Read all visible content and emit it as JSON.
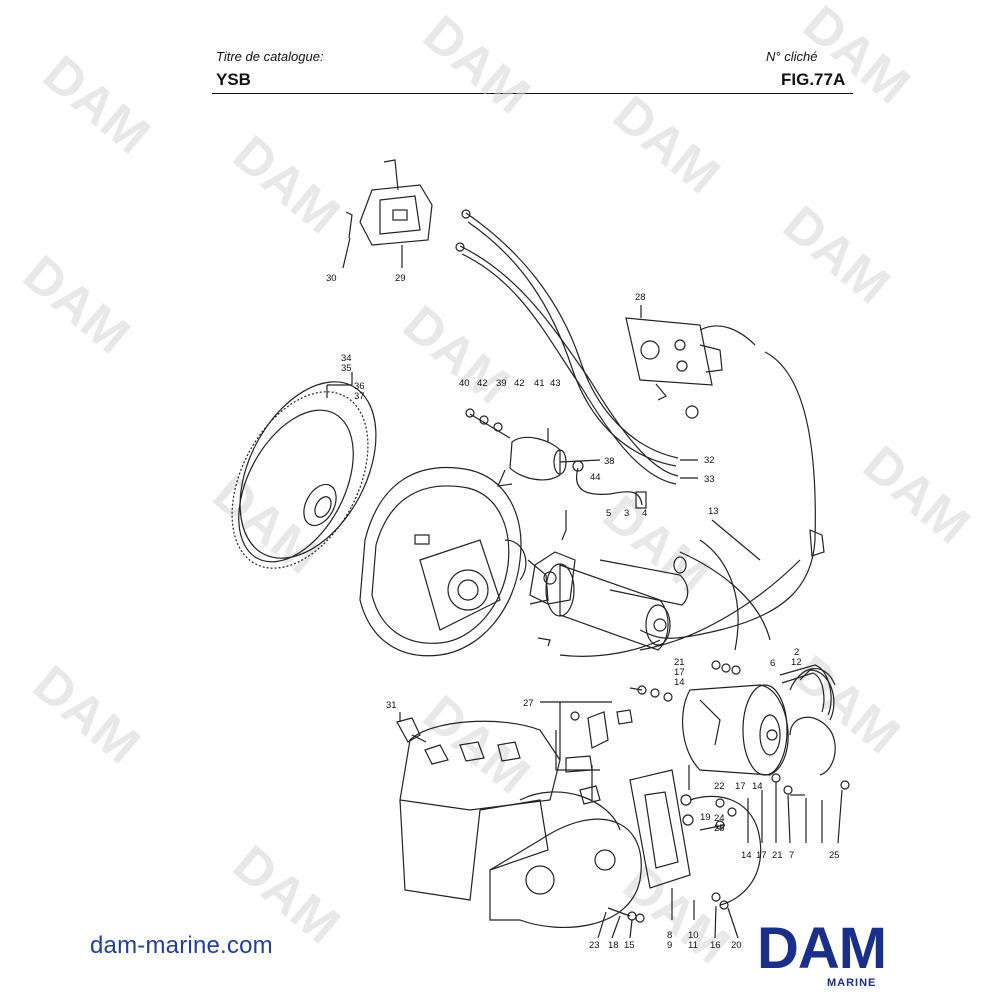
{
  "header": {
    "catalog_label": "Titre de catalogue:",
    "catalog_value": "YSB",
    "figure_label": "N° cliché",
    "figure_value": "FIG.77A"
  },
  "watermark": {
    "text": "DAM"
  },
  "callouts": {
    "c30": "30",
    "c29": "29",
    "c28": "28",
    "c34": "34",
    "c35": "35",
    "c36": "36",
    "c37": "37",
    "c40": "40",
    "c42a": "42",
    "c39": "39",
    "c42b": "42",
    "c41": "41",
    "c43": "43",
    "c38": "38",
    "c44": "44",
    "c32": "32",
    "c33": "33",
    "c5": "5",
    "c3": "3",
    "c4": "4",
    "c13": "13",
    "c2": "2",
    "c12": "12",
    "c6": "6",
    "c21a": "21",
    "c17a": "17",
    "c14a": "14",
    "c31": "31",
    "c27": "27",
    "c22": "22",
    "c17b": "17",
    "c14b": "14",
    "c24": "24",
    "c25a": "25",
    "c19": "19",
    "c14c": "14",
    "c17c": "17",
    "c21b": "21",
    "c7": "7",
    "c25b": "25",
    "c23": "23",
    "c18": "18",
    "c15": "15",
    "c8": "8",
    "c9": "9",
    "c10": "10",
    "c11": "11",
    "c16": "16",
    "c20": "20"
  },
  "footer": {
    "website": "dam-marine.com",
    "logo_text": "DAM",
    "logo_subtext": "MARINE",
    "brand_color": "#1a2f8a"
  }
}
